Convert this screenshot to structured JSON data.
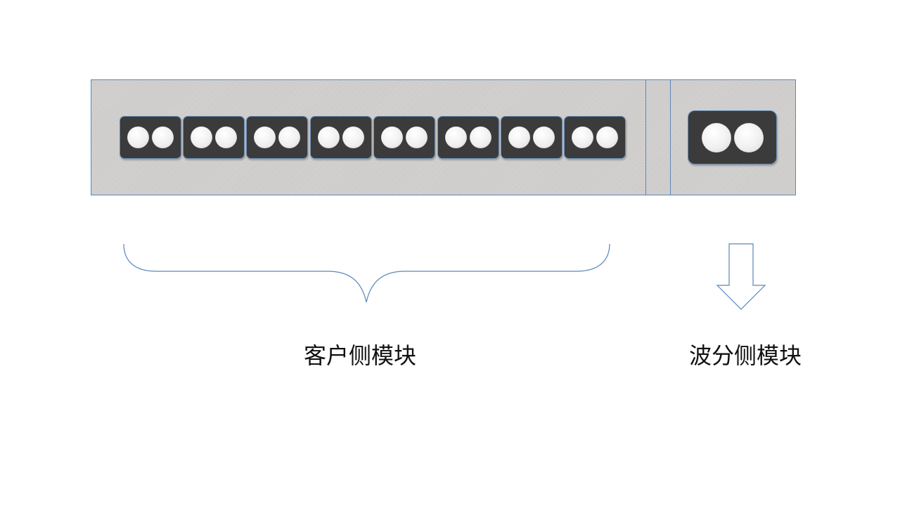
{
  "diagram": {
    "client_side": {
      "label": "客户侧模块",
      "port_count": 8
    },
    "line_side": {
      "label": "波分侧模块",
      "port_count": 1
    },
    "colors": {
      "outline": "#5b86b8",
      "chassis_fill": "#d2d0cf",
      "port_fill": "#3b3b3b",
      "hole_fill": "#f0f0f0",
      "text": "#111111"
    }
  }
}
